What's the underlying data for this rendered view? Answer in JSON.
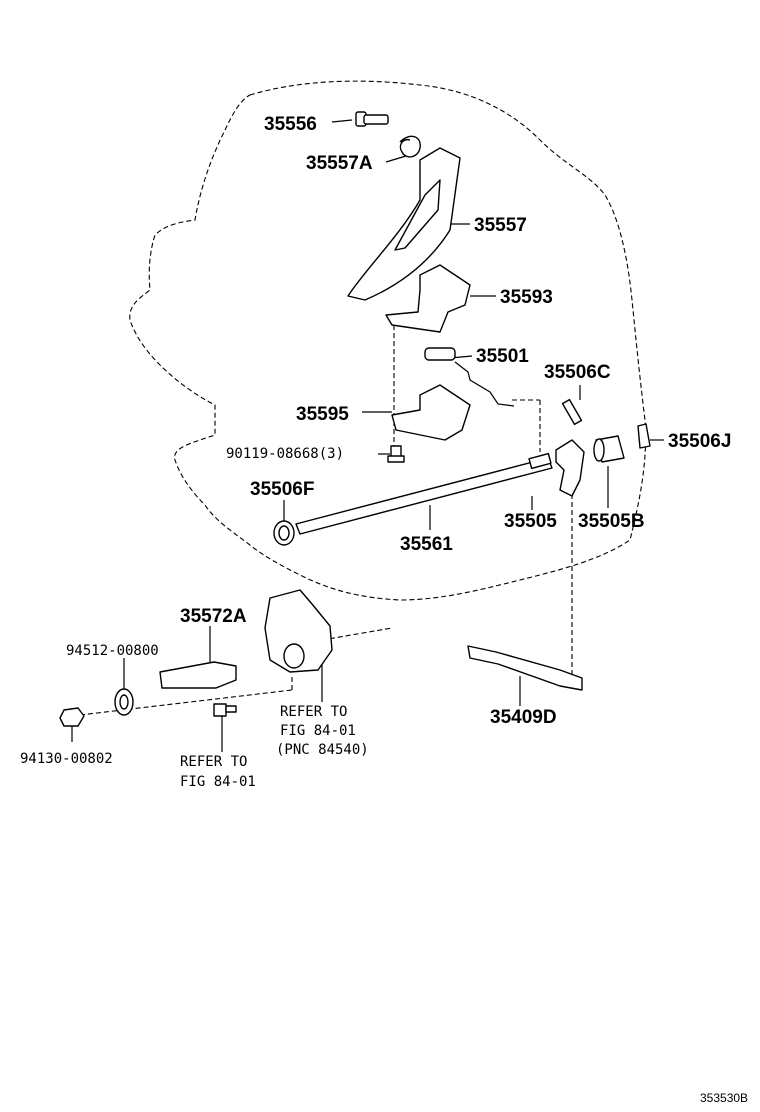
{
  "labels": {
    "p35556": "35556",
    "p35557A": "35557A",
    "p35557": "35557",
    "p35593": "35593",
    "p35501": "35501",
    "p35506C": "35506C",
    "p35595": "35595",
    "p35506J": "35506J",
    "p9011908668": "90119-08668(3)",
    "p35506F": "35506F",
    "p35505": "35505",
    "p35505B": "35505B",
    "p35561": "35561",
    "p35572A": "35572A",
    "p9451200800": "94512-00800",
    "p9413000802": "94130-00802",
    "p35409D": "35409D"
  },
  "refs": {
    "ref1_line1": "REFER TO",
    "ref1_line2": "FIG 84-01",
    "ref1_line3": "(PNC 84540)",
    "ref2_line1": "REFER TO",
    "ref2_line2": "FIG 84-01"
  },
  "footer": {
    "code": "353530B"
  }
}
